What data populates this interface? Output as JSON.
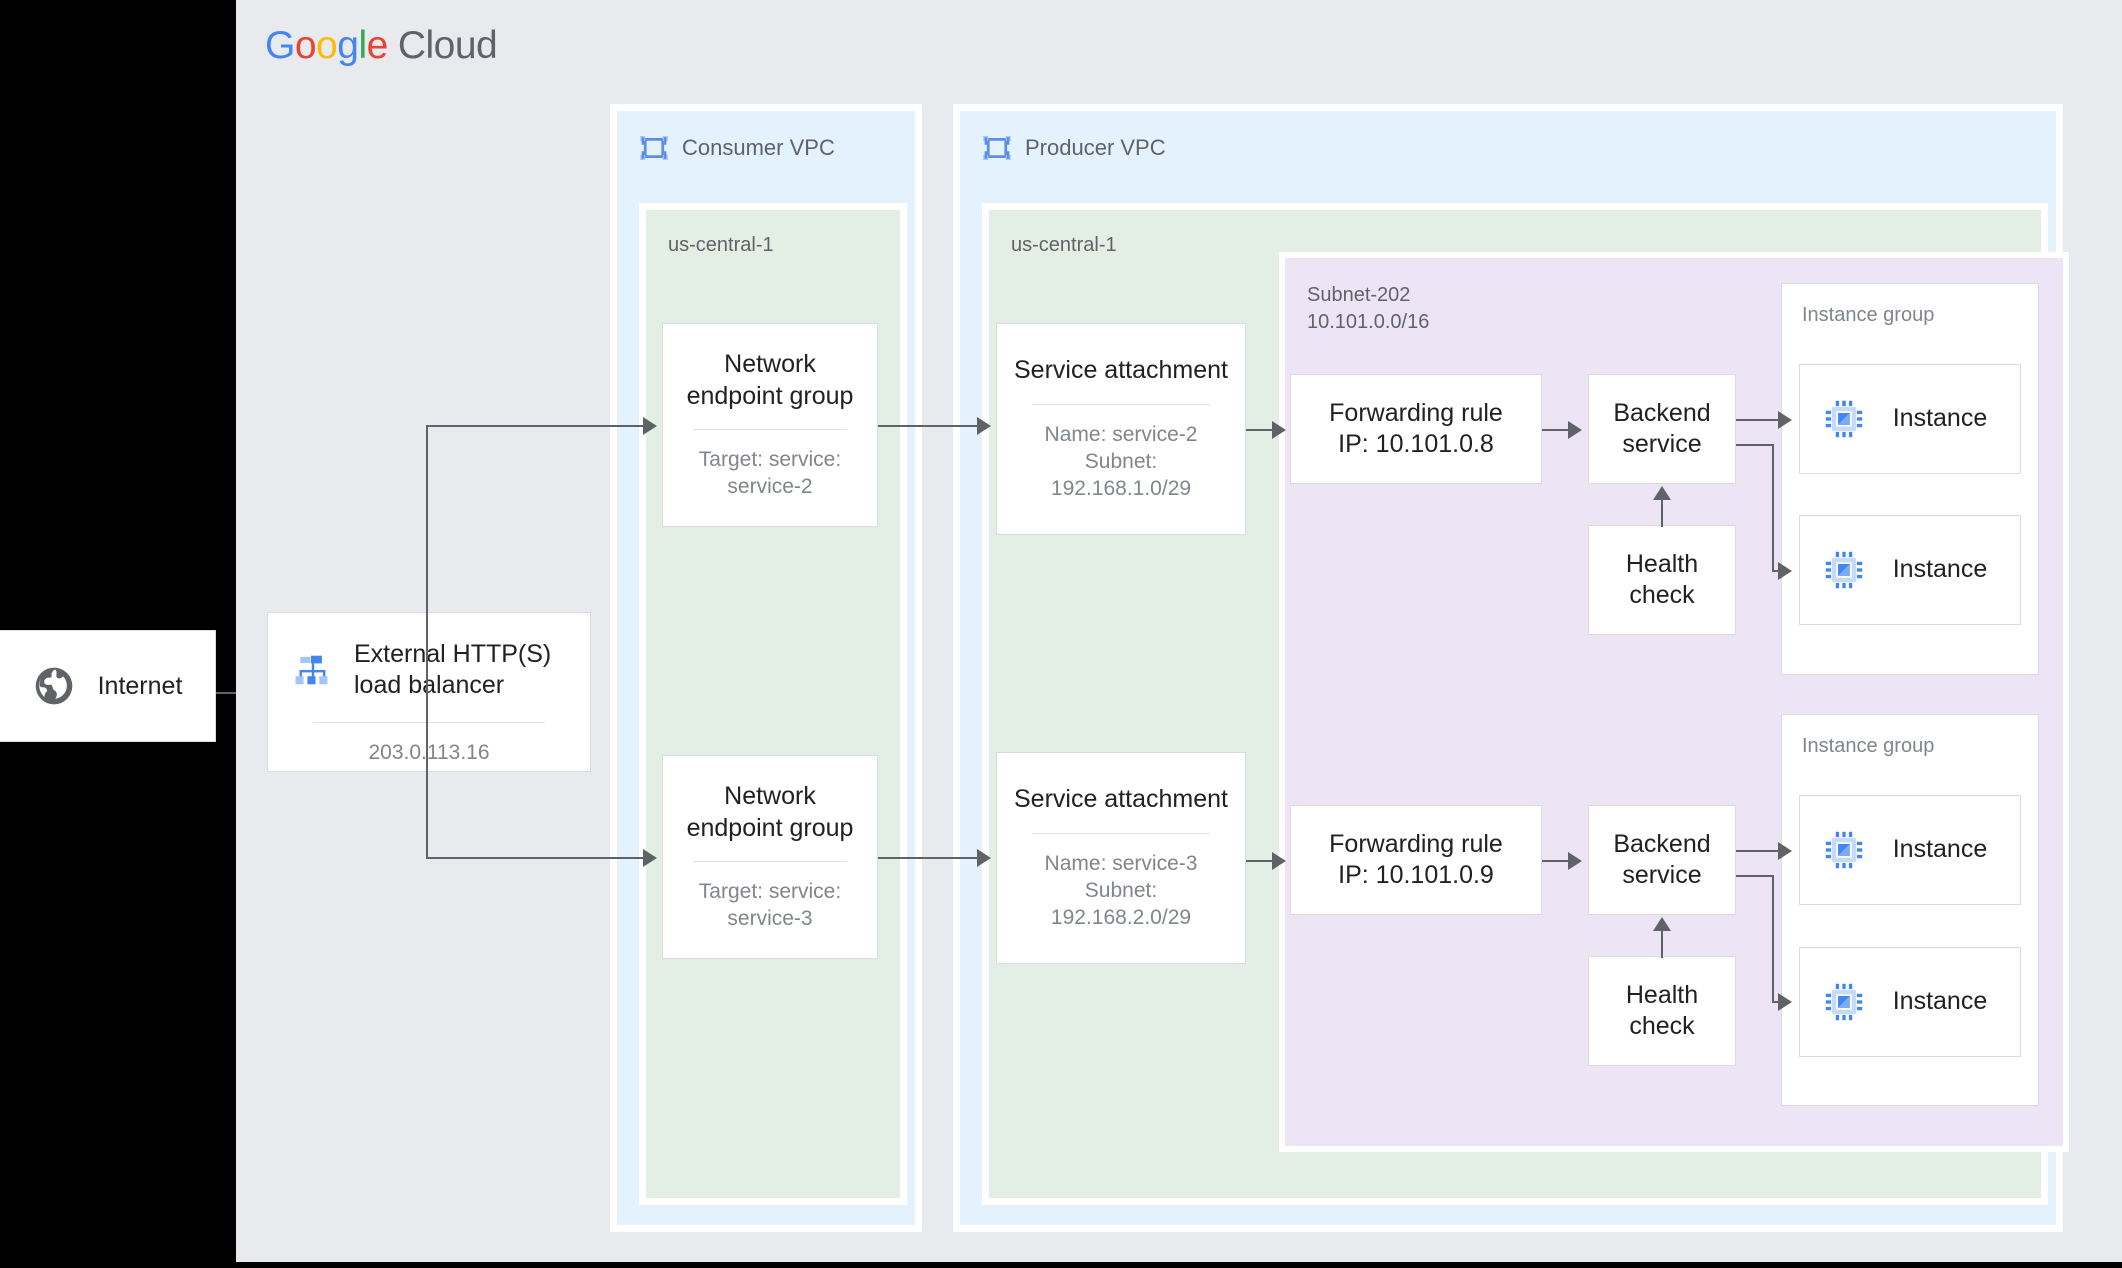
{
  "brand": {
    "logo_letters": [
      "G",
      "o",
      "o",
      "g",
      "l",
      "e"
    ],
    "logo_suffix": "Cloud",
    "colors": {
      "blue": "#4285f4",
      "red": "#ea4335",
      "yellow": "#fbbc05",
      "green": "#34a853",
      "gray_text": "#5f6368",
      "canvas_bg": "#e8eaed",
      "vpc_bg": "#e3f2fd",
      "region_bg": "#e3efe5",
      "subnet_bg": "#ede5f6",
      "card_border": "#dadce0",
      "connector": "#5f6368"
    }
  },
  "internet": {
    "label": "Internet",
    "icon": "globe-icon"
  },
  "load_balancer": {
    "title": "External HTTP(S) load balancer",
    "ip": "203.0.113.16",
    "icon": "load-balancer-icon"
  },
  "consumer_vpc": {
    "title": "Consumer VPC",
    "icon": "vpc-icon",
    "region": "us-central-1",
    "nodes": [
      {
        "title": "Network endpoint group",
        "sub": "Target: service: service-2"
      },
      {
        "title": "Network endpoint group",
        "sub": "Target: service: service-3"
      }
    ]
  },
  "producer_vpc": {
    "title": "Producer VPC",
    "icon": "vpc-icon",
    "region": "us-central-1",
    "service_attachments": [
      {
        "title": "Service attachment",
        "sub": "Name: service-2\nSubnet:\n192.168.1.0/29"
      },
      {
        "title": "Service attachment",
        "sub": "Name: service-3\nSubnet:\n192.168.2.0/29"
      }
    ],
    "subnet": {
      "name": "Subnet-202",
      "cidr": "10.101.0.0/16"
    },
    "rows": [
      {
        "forwarding_rule": "Forwarding rule\nIP: 10.101.0.8",
        "backend_service": "Backend service",
        "health_check": "Health check",
        "instance_group_label": "Instance group",
        "instances": [
          {
            "label": "Instance",
            "icon": "instance-chip-icon"
          },
          {
            "label": "Instance",
            "icon": "instance-chip-icon"
          }
        ]
      },
      {
        "forwarding_rule": "Forwarding rule\nIP: 10.101.0.9",
        "backend_service": "Backend service",
        "health_check": "Health check",
        "instance_group_label": "Instance group",
        "instances": [
          {
            "label": "Instance",
            "icon": "instance-chip-icon"
          },
          {
            "label": "Instance",
            "icon": "instance-chip-icon"
          }
        ]
      }
    ]
  }
}
